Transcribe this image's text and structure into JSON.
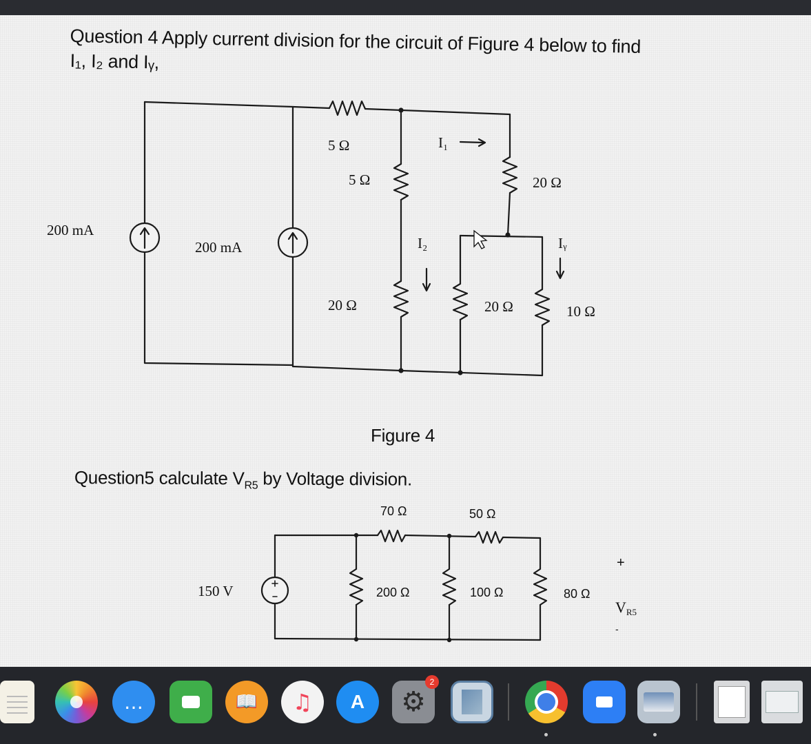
{
  "question4": {
    "title": "Question 4  Apply current division for the circuit of Figure 4 below to find",
    "subtitle": "I₁, I₂ and Iᵧ,"
  },
  "figure4": {
    "caption": "Figure 4",
    "source_left_label": "200 mA",
    "source_mid_label": "200 mA",
    "r_top_label": "5 Ω",
    "r_v1_top_label": "5 Ω",
    "r_left_bottom_label": "20 Ω",
    "r_right_top_label": "20 Ω",
    "r_mid_bottom_label": "20 Ω",
    "r_right_bottom_label": "10 Ω",
    "i1_label": "I₁",
    "i2_label": "I₂",
    "iy_label": "Iᵧ"
  },
  "question5": {
    "prefix": "Question5  calculate V",
    "subscript": "R5",
    "suffix": " by Voltage division."
  },
  "figure5": {
    "source_label": "150 V",
    "r70_label": "70 Ω",
    "r50_label": "50 Ω",
    "r200_label": "200 Ω",
    "r100_label": "100 Ω",
    "r80_label": "80 Ω",
    "plus_label": "+",
    "minus_label": "-",
    "vr5_label": "V",
    "vr5_sub": "R5"
  },
  "dock": {
    "items": [
      {
        "name": "notes",
        "icon": "notes-icon"
      },
      {
        "name": "photos",
        "icon": "photos-icon"
      },
      {
        "name": "messages",
        "icon": "messages-icon",
        "glyph": "…"
      },
      {
        "name": "facetime",
        "icon": "facetime-icon"
      },
      {
        "name": "books",
        "icon": "books-icon",
        "glyph": "📖"
      },
      {
        "name": "music",
        "icon": "music-icon",
        "glyph": "♫"
      },
      {
        "name": "app-store",
        "icon": "app-store-icon",
        "glyph": "A"
      },
      {
        "name": "system-preferences",
        "icon": "gear-icon",
        "glyph": "⚙",
        "badge": "2"
      },
      {
        "name": "preview",
        "icon": "preview-icon"
      },
      {
        "name": "chrome",
        "icon": "chrome-icon"
      },
      {
        "name": "zoom",
        "icon": "zoom-icon"
      },
      {
        "name": "image-capture",
        "icon": "image-capture-icon"
      },
      {
        "name": "documents",
        "icon": "documents-icon"
      },
      {
        "name": "screenshot",
        "icon": "screenshot-icon"
      }
    ]
  },
  "colors": {
    "wire": "#1a1a1a",
    "screen_bg": "#f2f2f2",
    "dock_bg": "#24262b"
  }
}
